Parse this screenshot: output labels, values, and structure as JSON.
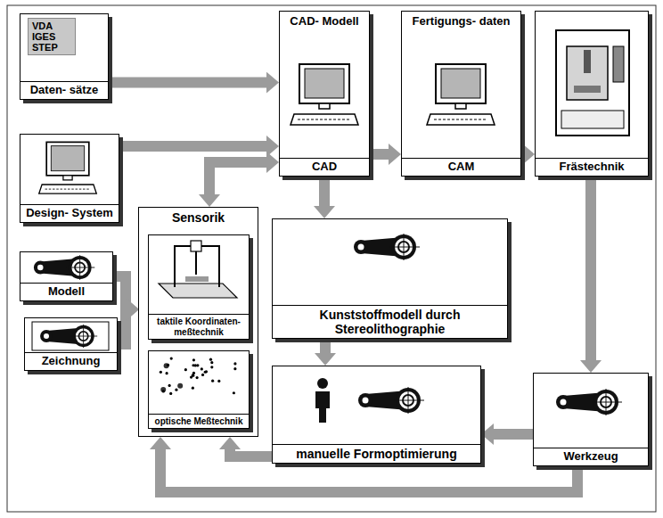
{
  "diagram": {
    "nodes": [
      {
        "text": [
          "VDA IGES STEP",
          "Daten- sätze"
        ]
      },
      {
        "text": [
          "Design- System"
        ]
      },
      {
        "text": [
          "CAD- Modell",
          "CAD"
        ]
      },
      {
        "text": [
          "Fertigungs- daten",
          "CAM"
        ]
      },
      {
        "text": [
          "Frästechnik"
        ]
      },
      {
        "text": [
          "Sensorik"
        ]
      },
      {
        "text": [
          "taktile Koordinaten- meßtechnik"
        ],
        "in": 5
      },
      {
        "text": [
          "optische Meßtechnik"
        ],
        "in": 5
      },
      {
        "text": [
          "Modell"
        ]
      },
      {
        "text": [
          "Zeichnung"
        ]
      },
      {
        "text": [
          "Kunststoffmodell durch Stereolithographie"
        ]
      },
      {
        "text": [
          "manuelle Formoptimierung"
        ]
      },
      {
        "text": [
          "Werkzeug"
        ]
      }
    ],
    "edges": [
      {
        "from": 0,
        "to": 2,
        "arrow": "to"
      },
      {
        "from": 1,
        "to": 2,
        "arrow": "to"
      },
      {
        "from": 2,
        "to": 5,
        "arrow": "both"
      },
      {
        "from": 2,
        "to": 3,
        "arrow": "to"
      },
      {
        "from": 3,
        "to": 4,
        "arrow": "to"
      },
      {
        "from": 4,
        "to": 12,
        "arrow": "to"
      },
      {
        "from": 2,
        "to": 10,
        "arrow": "to"
      },
      {
        "from": 10,
        "to": 11,
        "arrow": "to"
      },
      {
        "from": 12,
        "to": 11,
        "arrow": "to"
      },
      {
        "from": 11,
        "to": 5,
        "arrow": "to"
      },
      {
        "from": 12,
        "to": 5,
        "arrow": "to"
      },
      {
        "from": 8,
        "to": 5,
        "arrow": "to"
      },
      {
        "from": 9,
        "to": 5,
        "arrow": "to"
      }
    ]
  }
}
